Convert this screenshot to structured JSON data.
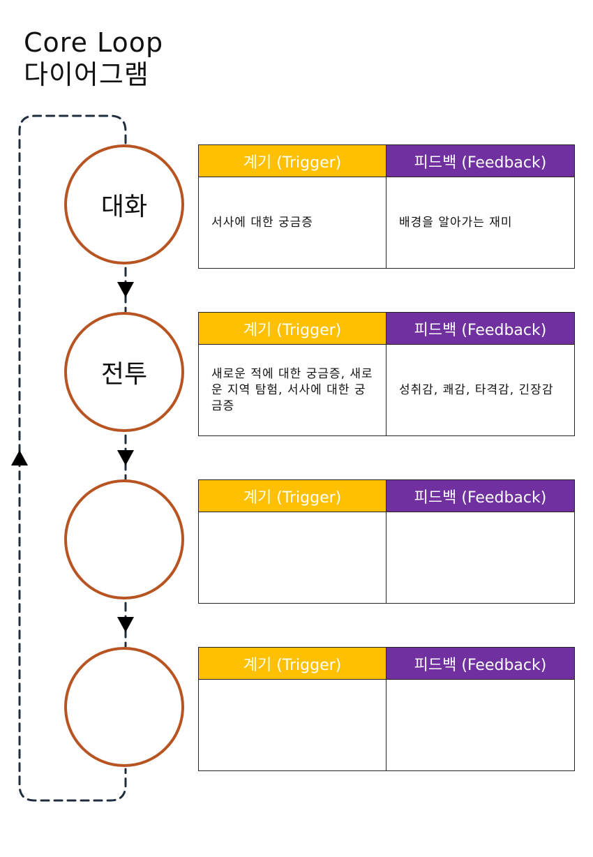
{
  "title": {
    "line1": "Core Loop",
    "line2": "다이어그램"
  },
  "colors": {
    "trigger_header": "#ffc000",
    "feedback_header": "#7030a0",
    "circle_border": "#b85422",
    "loop_line": "#1f2d3d"
  },
  "loop": {
    "arrow_icon": "arrow-down-icon",
    "return_arrow_icon": "arrow-up-icon"
  },
  "stages": [
    {
      "name": "대화",
      "trigger_header": "계기 (Trigger)",
      "feedback_header": "피드백 (Feedback)",
      "trigger": "서사에 대한 궁금증",
      "feedback": "배경을 알아가는 재미"
    },
    {
      "name": "전투",
      "trigger_header": "계기 (Trigger)",
      "feedback_header": "피드백 (Feedback)",
      "trigger": "새로운 적에 대한 궁금증, 새로운 지역 탐험, 서사에 대한 궁금증",
      "feedback": "성취감, 쾌감, 타격감, 긴장감"
    },
    {
      "name": "",
      "trigger_header": "계기 (Trigger)",
      "feedback_header": "피드백 (Feedback)",
      "trigger": "",
      "feedback": ""
    },
    {
      "name": "",
      "trigger_header": "계기 (Trigger)",
      "feedback_header": "피드백 (Feedback)",
      "trigger": "",
      "feedback": ""
    }
  ]
}
